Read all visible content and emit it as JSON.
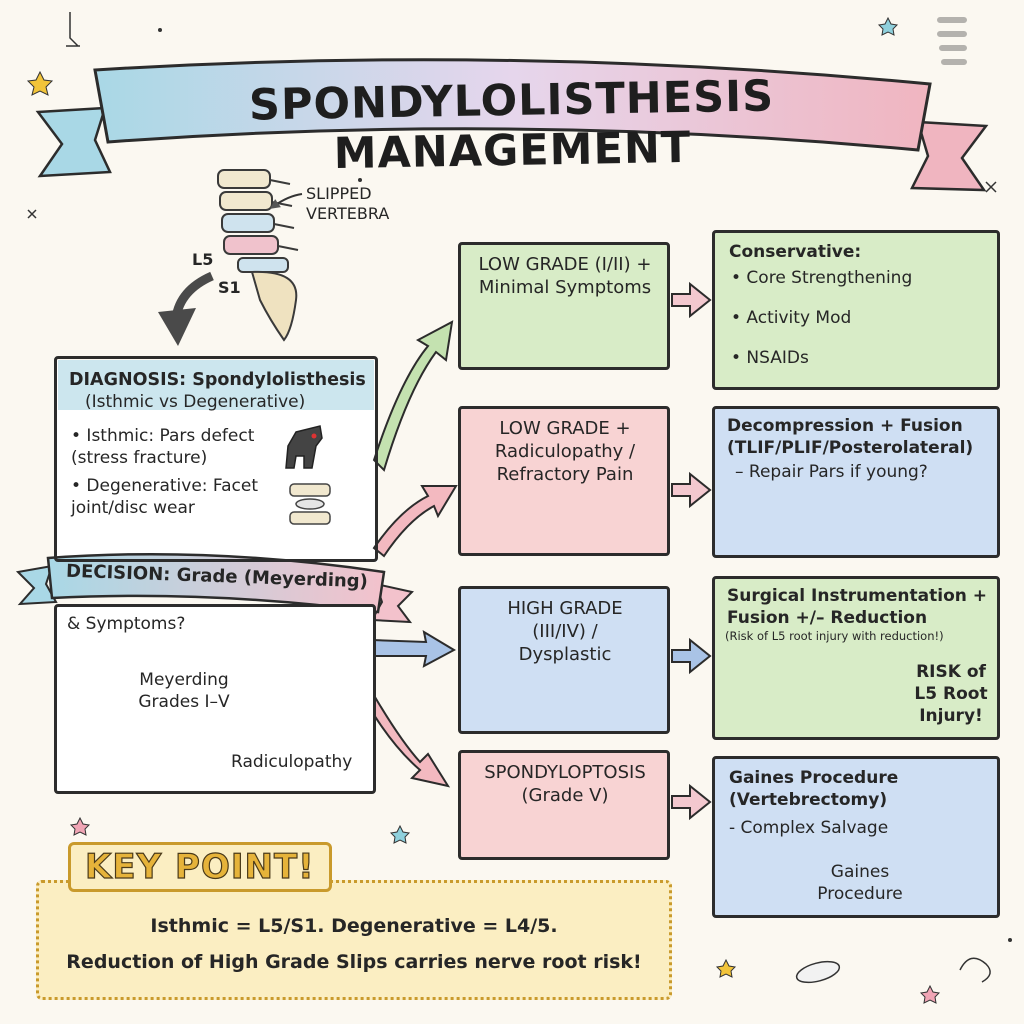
{
  "title": "SPONDYLOLISTHESIS MANAGEMENT",
  "spine_illustration": {
    "label": "SLIPPED VERTEBRA",
    "l5": "L5",
    "s1": "S1"
  },
  "diagnosis": {
    "heading": "DIAGNOSIS: Spondylolisthesis",
    "subheading": "(Isthmic vs Degenerative)",
    "isthmic": "• Isthmic: Pars defect (stress fracture)",
    "degenerative": "• Degenerative: Facet joint/disc wear"
  },
  "decision": {
    "banner": "DECISION: Grade (Meyerding)",
    "symptoms": "& Symptoms?",
    "meyerding": "Meyerding Grades I–V",
    "radiculopathy": "Radiculopathy"
  },
  "branches": [
    {
      "condition": "LOW GRADE (I/II) + Minimal Symptoms",
      "color": "#d8ecc7",
      "treatment_title": "Conservative:",
      "treatment_items": [
        "• Core Strengthening",
        "• Activity Mod",
        "• NSAIDs"
      ]
    },
    {
      "condition": "LOW GRADE + Radiculopathy / Refractory Pain",
      "color": "#f8d3d3",
      "treatment_title": "Decompression + Fusion (TLIF/PLIF/Posterolateral)",
      "treatment_note": "– Repair Pars if young?"
    },
    {
      "condition": "HIGH GRADE (III/IV) / Dysplastic",
      "color": "#cfdff3",
      "treatment_title": "Surgical Instrumentation + Fusion +/– Reduction",
      "treatment_note": "(Risk of L5 root injury with reduction!)",
      "warning": "RISK of L5 Root Injury!"
    },
    {
      "condition": "SPONDYLOPTOSIS (Grade V)",
      "color": "#f8d3d3",
      "treatment_title": "Gaines Procedure (Vertebrectomy)",
      "treatment_note": "- Complex Salvage",
      "illustration_label": "Gaines Procedure"
    }
  ],
  "key_point": {
    "title": "KEY POINT!",
    "line1": "Isthmic = L5/S1.  Degenerative = L4/5.",
    "line2": "Reduction of High Grade Slips carries nerve root risk!"
  },
  "colors": {
    "green": "#d8ecc7",
    "pink": "#f8d3d3",
    "blue": "#cfdff3",
    "ribbon_blue": "#a9d8e6",
    "ribbon_pink": "#f0b5c0",
    "key_yellow": "#fbeec2"
  }
}
